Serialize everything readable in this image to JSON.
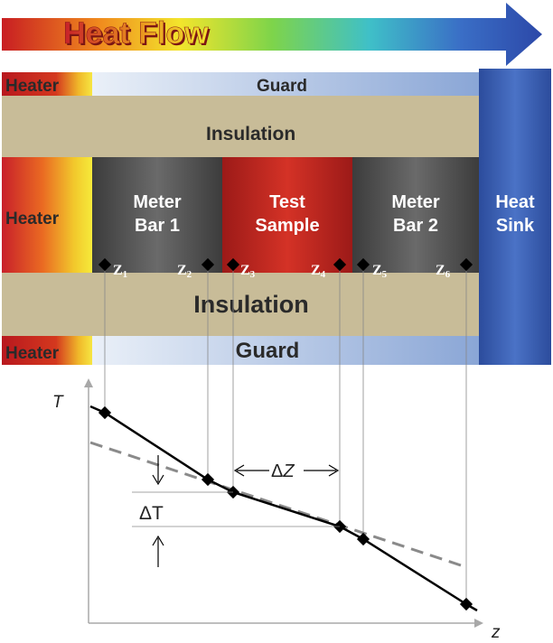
{
  "banner": {
    "title": "Heat Flow"
  },
  "labels": {
    "heater_top": "Heater",
    "heater_mid": "Heater",
    "heater_bottom": "Heater",
    "guard_top": "Guard",
    "guard_bottom": "Guard",
    "insulation_top": "Insulation",
    "insulation_bottom": "Insulation",
    "meter1_line1": "Meter",
    "meter1_line2": "Bar 1",
    "sample_line1": "Test",
    "sample_line2": "Sample",
    "meter2_line1": "Meter",
    "meter2_line2": "Bar 2",
    "sink_line1": "Heat",
    "sink_line2": "Sink"
  },
  "probes": [
    {
      "label": "Z",
      "sub": "1"
    },
    {
      "label": "Z",
      "sub": "2"
    },
    {
      "label": "Z",
      "sub": "3"
    },
    {
      "label": "Z",
      "sub": "4"
    },
    {
      "label": "Z",
      "sub": "5"
    },
    {
      "label": "Z",
      "sub": "6"
    }
  ],
  "graph": {
    "y_axis_label": "T",
    "x_axis_label": "z",
    "delta_t": "ΔT",
    "delta_z_prefix": "Δ",
    "delta_z_var": "Z"
  },
  "colors": {
    "heater_red": "#c8202a",
    "heater_yellow": "#f5e52a",
    "guard_light": "#dde6f3",
    "guard_blue": "#8eaadb",
    "insulation": "#c8bc98",
    "meter_gray": "#5a5a5a",
    "sample_red": "#c42a22",
    "sink_blue": "#3b5fb0"
  }
}
